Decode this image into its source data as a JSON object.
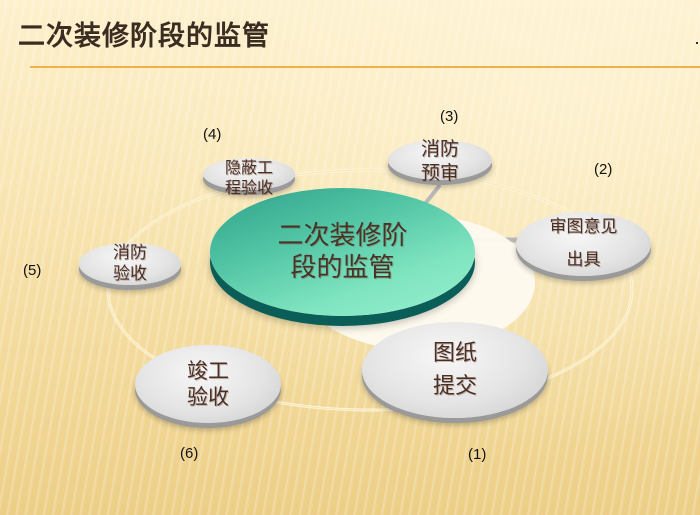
{
  "slide": {
    "title": "二次装修阶段的监管",
    "accent_rule_color": "#f0b04a"
  },
  "diagram": {
    "center": {
      "line1": "二次装修阶",
      "line2": "段的监管"
    },
    "nodes": [
      {
        "step": "(1)",
        "line1": "图纸",
        "line2": "提交"
      },
      {
        "step": "(2)",
        "line1": "审图意见",
        "line2": "出具"
      },
      {
        "step": "(3)",
        "line1": "消防",
        "line2": "预审"
      },
      {
        "step": "(4)",
        "line1": "隐蔽工",
        "line2": "程验收"
      },
      {
        "step": "(5)",
        "line1": "消防",
        "line2": "验收"
      },
      {
        "step": "(6)",
        "line1": "竣工",
        "line2": "验收"
      }
    ]
  },
  "colors": {
    "center_fill": "#5fd2b0",
    "center_edge": "#0b5e58",
    "node_fill": "#e4e4e4",
    "text": "#4a2f24"
  }
}
